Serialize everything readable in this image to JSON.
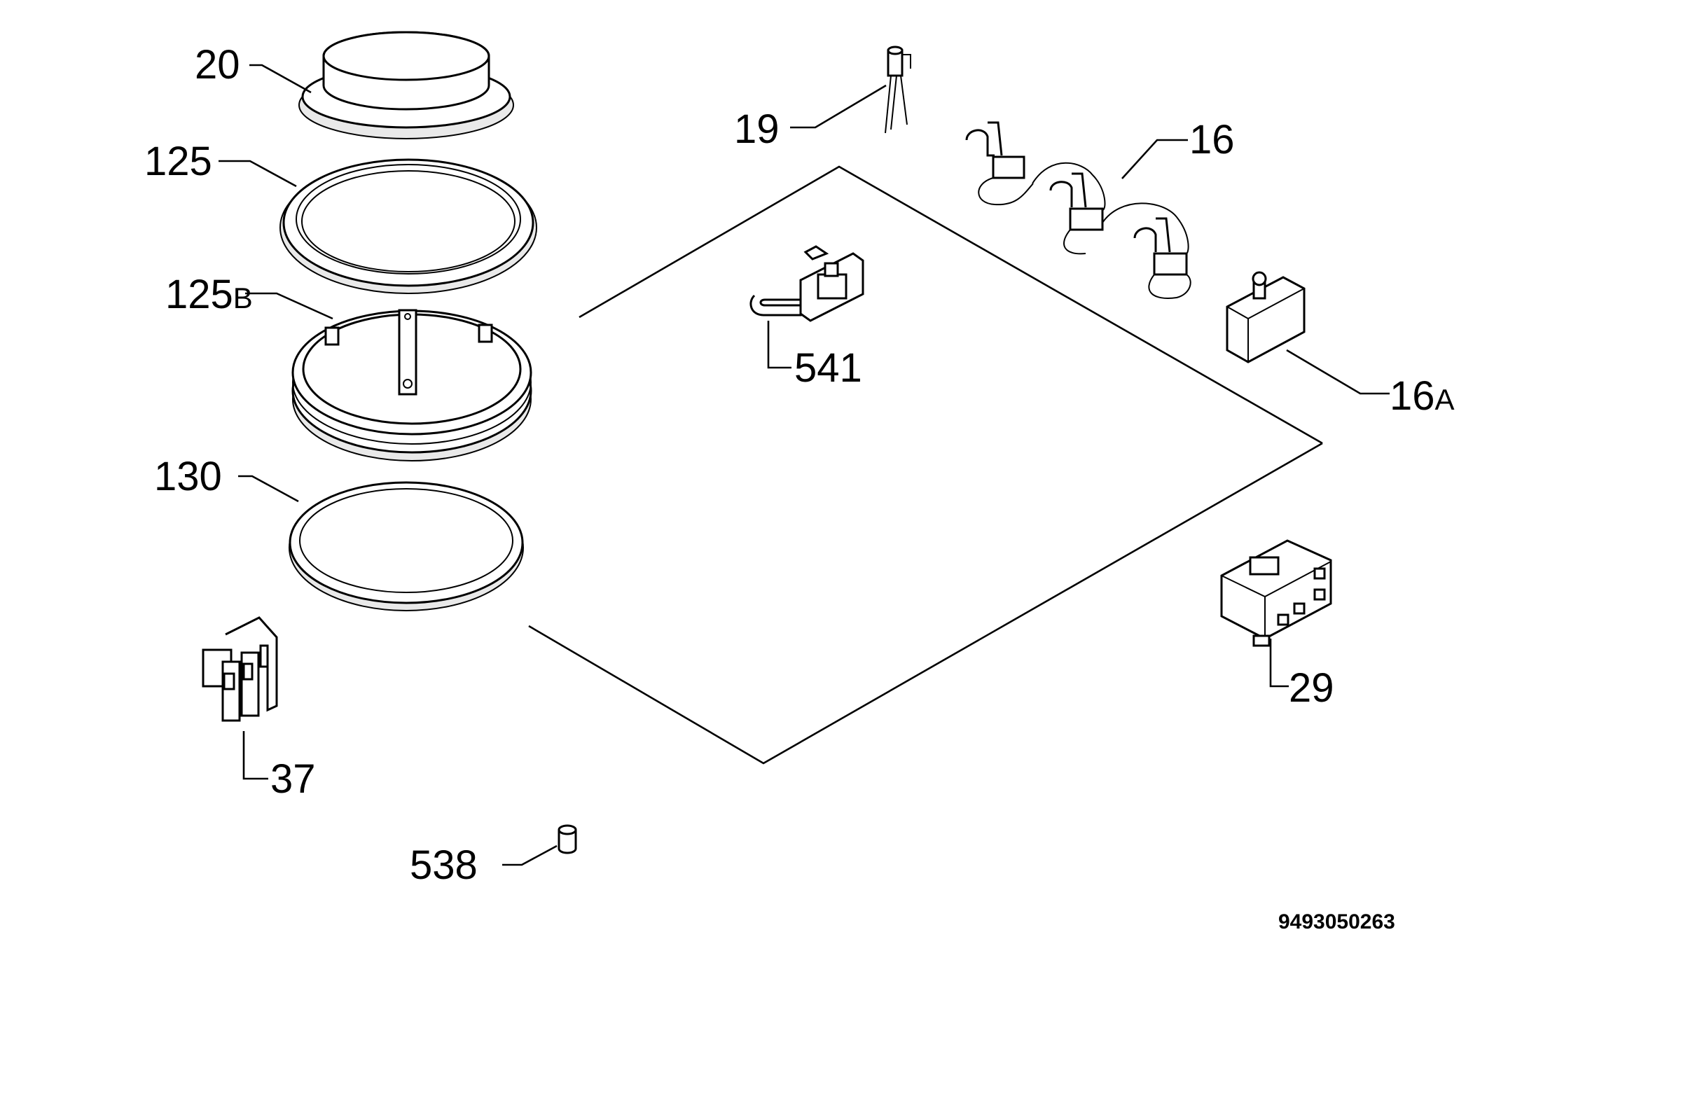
{
  "diagram": {
    "callouts": {
      "c20": "20",
      "c125": "125",
      "c125b_num": "125",
      "c125b_suffix": "B",
      "c130": "130",
      "c37": "37",
      "c538": "538",
      "c19": "19",
      "c541": "541",
      "c16": "16",
      "c16a_num": "16",
      "c16a_suffix": "A",
      "c29": "29"
    },
    "document_number": "9493050263"
  }
}
